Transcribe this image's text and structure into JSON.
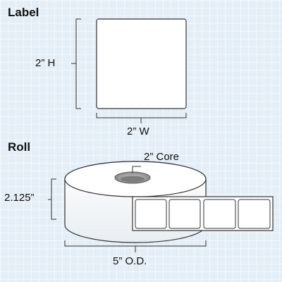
{
  "label_section": {
    "title": "Label",
    "height_dim": "2” H",
    "width_dim": "2” W"
  },
  "roll_section": {
    "title": "Roll",
    "core_dim": "2” Core",
    "roll_width_dim": "2.125”",
    "outer_diameter_dim": "5” O.D."
  },
  "colors": {
    "background": "#e4eef6",
    "label_fill": "#ffffff",
    "outline": "#333333"
  }
}
